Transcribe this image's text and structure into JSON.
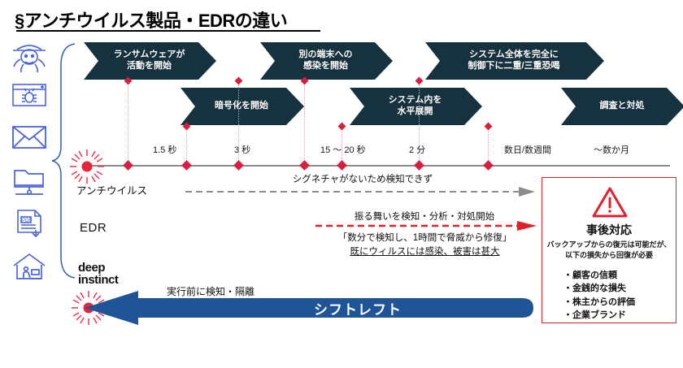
{
  "title": "§アンチウイルス製品・EDRの違い",
  "icons": [
    {
      "name": "hacker-icon",
      "label": "hacker"
    },
    {
      "name": "browser-bug-icon",
      "label": "browser-malware"
    },
    {
      "name": "envelope-icon",
      "label": "email"
    },
    {
      "name": "folder-network-icon",
      "label": "file-share"
    },
    {
      "name": "pdf-download-icon",
      "label": "pdf-download"
    },
    {
      "name": "home-office-icon",
      "label": "remote-work"
    }
  ],
  "banners_top": [
    {
      "text": "ランサムウェアが\n活動を開始"
    },
    {
      "text": "別の端末への\n感染を開始"
    },
    {
      "text": "システム全体を完全に\n制御下に二重/三重恐喝"
    }
  ],
  "banners_bottom": [
    {
      "text": "暗号化を開始"
    },
    {
      "text": "システム内を\n水平展開"
    },
    {
      "text": "調査と対処"
    }
  ],
  "timeline": {
    "labels": [
      "1.5 秒",
      "3 秒",
      "15 〜 20 秒",
      "2 分",
      "数日/数週間",
      "〜数か月"
    ]
  },
  "rows": {
    "antivirus": {
      "label": "アンチウイルス",
      "caption": "シグネチャがないため検知できず"
    },
    "edr": {
      "label": "EDR",
      "caption_top": "振る舞いを検知・分析・対処開始",
      "caption_quote": "「数分で検知し、1時間で脅威から修復」",
      "caption_warn": "既にウィルスには感染、被害は甚大"
    },
    "deep_instinct": {
      "line1": "deep",
      "line2": "instinct",
      "caption": "実行前に検知・隔離",
      "arrow_label": "シフトレフト"
    }
  },
  "alert_box": {
    "title": "事後対応",
    "subtitle": "バックアップからの復元は可能だが、\n以下の損失から回復が必要",
    "items": [
      "顧客の信頼",
      "金銭的な損失",
      "株主からの評価",
      "企業ブランド"
    ]
  },
  "colors": {
    "banner_navy": "#16323f",
    "accent_red": "#d81f40",
    "alert_red": "#e0202a",
    "shift_blue": "#1f5596",
    "icon_blue": "#4a64d8",
    "axis_gray": "#8c8c8c"
  }
}
